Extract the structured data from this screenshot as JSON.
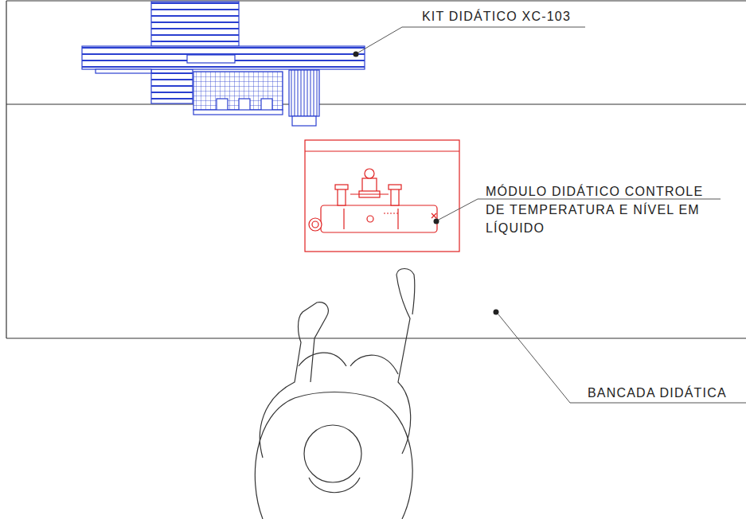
{
  "diagram": {
    "labels": [
      "KIT DIDÁTICO XC-103",
      "MÓDULO DIDÁTICO CONTROLE DE TEMPERATURA E NÍVEL EM LÍQUIDO",
      "BANCADA DIDÁTICA"
    ]
  }
}
